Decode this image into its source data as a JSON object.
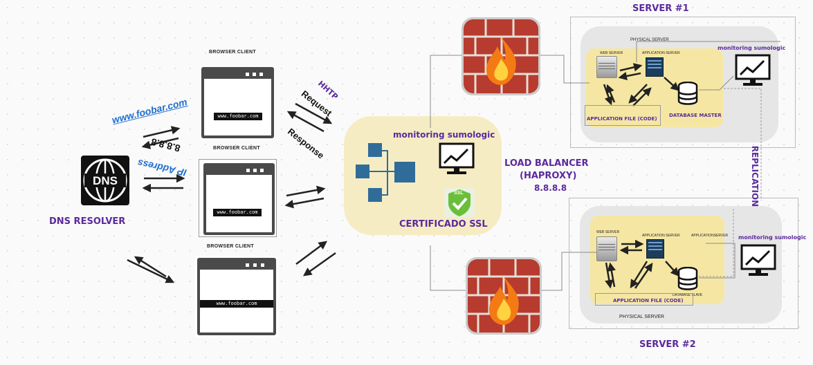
{
  "browsers": [
    {
      "label": "BROWSER CLIENT",
      "url": "www.foobar.com"
    },
    {
      "label": "BROWSER CLIENT",
      "url": "www.foobar.com"
    },
    {
      "label": "BROWSER CLIENT",
      "url": "www.foobar.com"
    }
  ],
  "dns": {
    "icon_text": "DNS",
    "label": "DNS RESOLVER",
    "query": "www.foobar.com",
    "answer_ip": "8.8.8.8",
    "answer_label": "IP Address"
  },
  "http": {
    "hhtp": "HHTP",
    "request": "Request",
    "response": "Response"
  },
  "load_balancer": {
    "monitoring": "monitoring sumologic",
    "ssl_badge": "SSL",
    "certificate": "CERTIFICADO SSL",
    "title_line1": "LOAD BALANCER",
    "title_line2": "(HAPROXY)",
    "ip": "8.8.8.8"
  },
  "server1": {
    "title": "SERVER #1",
    "physical": "PHYSICAL SERVER",
    "web_server": "WEB SERVER",
    "app_server": "APPLICATION SERVER",
    "app_file": "APPLICATION FILE (CODE)",
    "database": "DATABASE MASTER",
    "monitoring": "monitoring sumologic"
  },
  "server2": {
    "title": "SERVER #2",
    "physical": "PHYSICAL SERVER",
    "web_server": "WEB SERVER",
    "app_server": "APPLICATION SERVER",
    "app_server_2": "APPLICATIONSERVER",
    "app_file": "APPLICATION FILE (CODE)",
    "database": "DATABASE SLAVE",
    "monitoring": "monitoring sumologic"
  },
  "replication": "REPLICATION",
  "colors": {
    "purple": "#5b2a9c",
    "link_blue": "#1e6fd0",
    "panel_gray": "#e6e6e6",
    "yellow": "#f5e7a3",
    "node_blue": "#2f6c99",
    "ssl_green": "#6abf3a"
  }
}
